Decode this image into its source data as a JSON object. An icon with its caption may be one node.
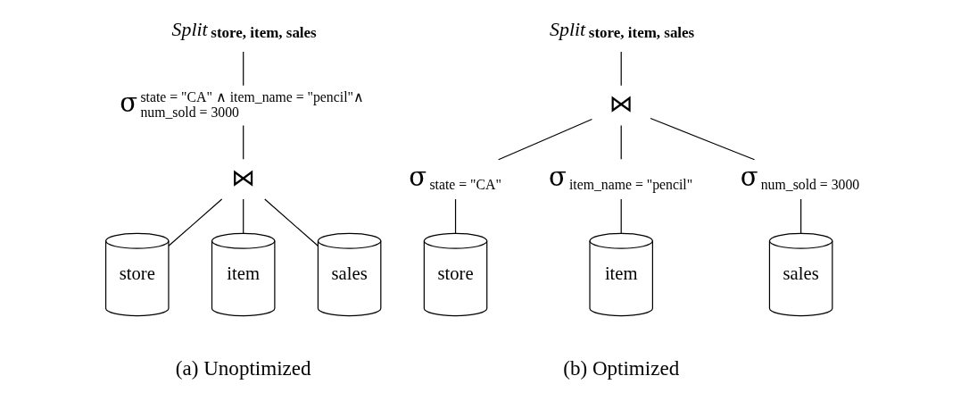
{
  "diagram": {
    "nodes": [
      {
        "text": [
          "Split",
          "store, item, sales"
        ]
      },
      {
        "text": [
          "σ",
          "state = \"CA\" ∧ item_name = \"pencil\"∧ num_sold = 3000"
        ]
      },
      {
        "text": [
          "⋈"
        ]
      },
      {
        "text": [
          "store"
        ]
      },
      {
        "text": [
          "item"
        ]
      },
      {
        "text": [
          "sales"
        ]
      },
      {
        "text": [
          "Split",
          "store, item, sales"
        ]
      },
      {
        "text": [
          "⋈"
        ]
      },
      {
        "text": [
          "σ",
          "state = \"CA\""
        ]
      },
      {
        "text": [
          "σ",
          "item_name = \"pencil\""
        ]
      },
      {
        "text": [
          "σ",
          "num_sold = 3000"
        ]
      },
      {
        "text": [
          "store"
        ]
      },
      {
        "text": [
          "item"
        ]
      },
      {
        "text": [
          "sales"
        ]
      }
    ],
    "edges": [
      {
        "from": 0,
        "to": 1,
        "arrow": "none"
      },
      {
        "from": 1,
        "to": 2,
        "arrow": "none"
      },
      {
        "from": 2,
        "to": 3,
        "arrow": "none"
      },
      {
        "from": 2,
        "to": 4,
        "arrow": "none"
      },
      {
        "from": 2,
        "to": 5,
        "arrow": "none"
      },
      {
        "from": 6,
        "to": 7,
        "arrow": "none"
      },
      {
        "from": 7,
        "to": 8,
        "arrow": "none"
      },
      {
        "from": 7,
        "to": 9,
        "arrow": "none"
      },
      {
        "from": 7,
        "to": 10,
        "arrow": "none"
      },
      {
        "from": 8,
        "to": 11,
        "arrow": "none"
      },
      {
        "from": 9,
        "to": 12,
        "arrow": "none"
      },
      {
        "from": 10,
        "to": 13,
        "arrow": "none"
      }
    ],
    "labels": [
      "(a) Unoptimized",
      "(b) Optimized"
    ]
  }
}
